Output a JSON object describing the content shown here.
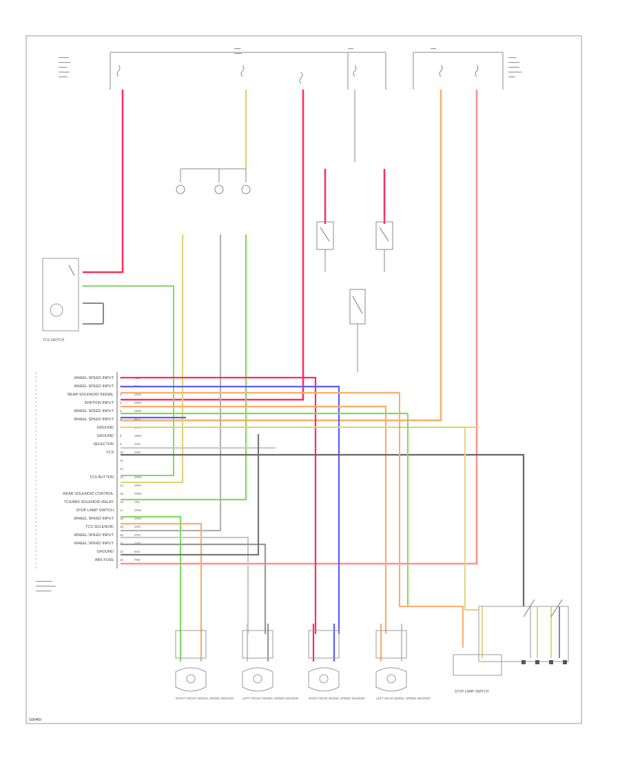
{
  "figure_code": "G00469",
  "colors": {
    "red": "#ff2b5a",
    "green": "#7fdc5c",
    "blue": "#5a5aff",
    "orange": "#ffab66",
    "yellow": "#e2d37a",
    "gray": "#9a9a9a",
    "dark": "#444444",
    "lightgray": "#c8c8c8",
    "salmon": "#ff8f8f"
  },
  "abs_module": {
    "pins": [
      {
        "label": "WHEEL SPEED INPUT",
        "num": "1",
        "wire": "RED",
        "color": "red"
      },
      {
        "label": "WHEEL SPEED INPUT",
        "num": "2",
        "wire": "BLU",
        "color": "blue"
      },
      {
        "label": "REAR SOLENOID SIGNAL",
        "num": "3",
        "wire": "ORN",
        "color": "orange"
      },
      {
        "label": "IGNITION INPUT",
        "num": "4",
        "wire": "ORN",
        "color": "orange"
      },
      {
        "label": "WHEEL SPEED INPUT",
        "num": "5",
        "wire": "ORN",
        "color": "orange"
      },
      {
        "label": "WHEEL SPEED INPUT",
        "num": "6",
        "wire": "BLU",
        "color": "blue"
      },
      {
        "label": "GROUND",
        "num": "7",
        "wire": "BRN",
        "color": "yellow"
      },
      {
        "label": "GROUND",
        "num": "8",
        "wire": "ORN",
        "color": "orange"
      },
      {
        "label": "SELECTOR",
        "num": "9",
        "wire": "GRY",
        "color": "gray"
      },
      {
        "label": "TCS",
        "num": "10",
        "wire": "GRY",
        "color": "dark"
      },
      {
        "label": "",
        "num": "11",
        "wire": "",
        "color": ""
      },
      {
        "label": "",
        "num": "12",
        "wire": "",
        "color": ""
      },
      {
        "label": "TCS BUTTON",
        "num": "13",
        "wire": "GRN",
        "color": "green"
      },
      {
        "label": "",
        "num": "14",
        "wire": "ORN",
        "color": "orange"
      },
      {
        "label": "REAR SOLENOID CONTROL",
        "num": "15",
        "wire": "GRN",
        "color": "green"
      },
      {
        "label": "TCS/ABS SOLENOID RELAY",
        "num": "16",
        "wire": "YEL",
        "color": "yellow"
      },
      {
        "label": "STOP LAMP SWITCH",
        "num": "17",
        "wire": "GRN",
        "color": "green"
      },
      {
        "label": "WHEEL SPEED INPUT",
        "num": "18",
        "wire": "ORN",
        "color": "orange"
      },
      {
        "label": "TCS SOLENOID",
        "num": "19",
        "wire": "GRY",
        "color": "gray"
      },
      {
        "label": "WHEEL SPEED INPUT",
        "num": "20",
        "wire": "GRY",
        "color": "lightgray"
      },
      {
        "label": "WHEEL SPEED INPUT",
        "num": "21",
        "wire": "GRY",
        "color": "gray"
      },
      {
        "label": "GROUND",
        "num": "22",
        "wire": "BLK",
        "color": "dark"
      },
      {
        "label": "ABS FUSE",
        "num": "23",
        "wire": "PNK",
        "color": "salmon"
      }
    ]
  },
  "components": {
    "tcs_switch": "TCS SWITCH",
    "brake_switch": "STOP LAMP SWITCH",
    "wheel_sensors": [
      "RIGHT FRONT WHEEL SPEED SENSOR",
      "LEFT FRONT WHEEL SPEED SENSOR",
      "RIGHT REAR WHEEL SPEED SENSOR",
      "LEFT REAR WHEEL SPEED SENSOR"
    ]
  }
}
